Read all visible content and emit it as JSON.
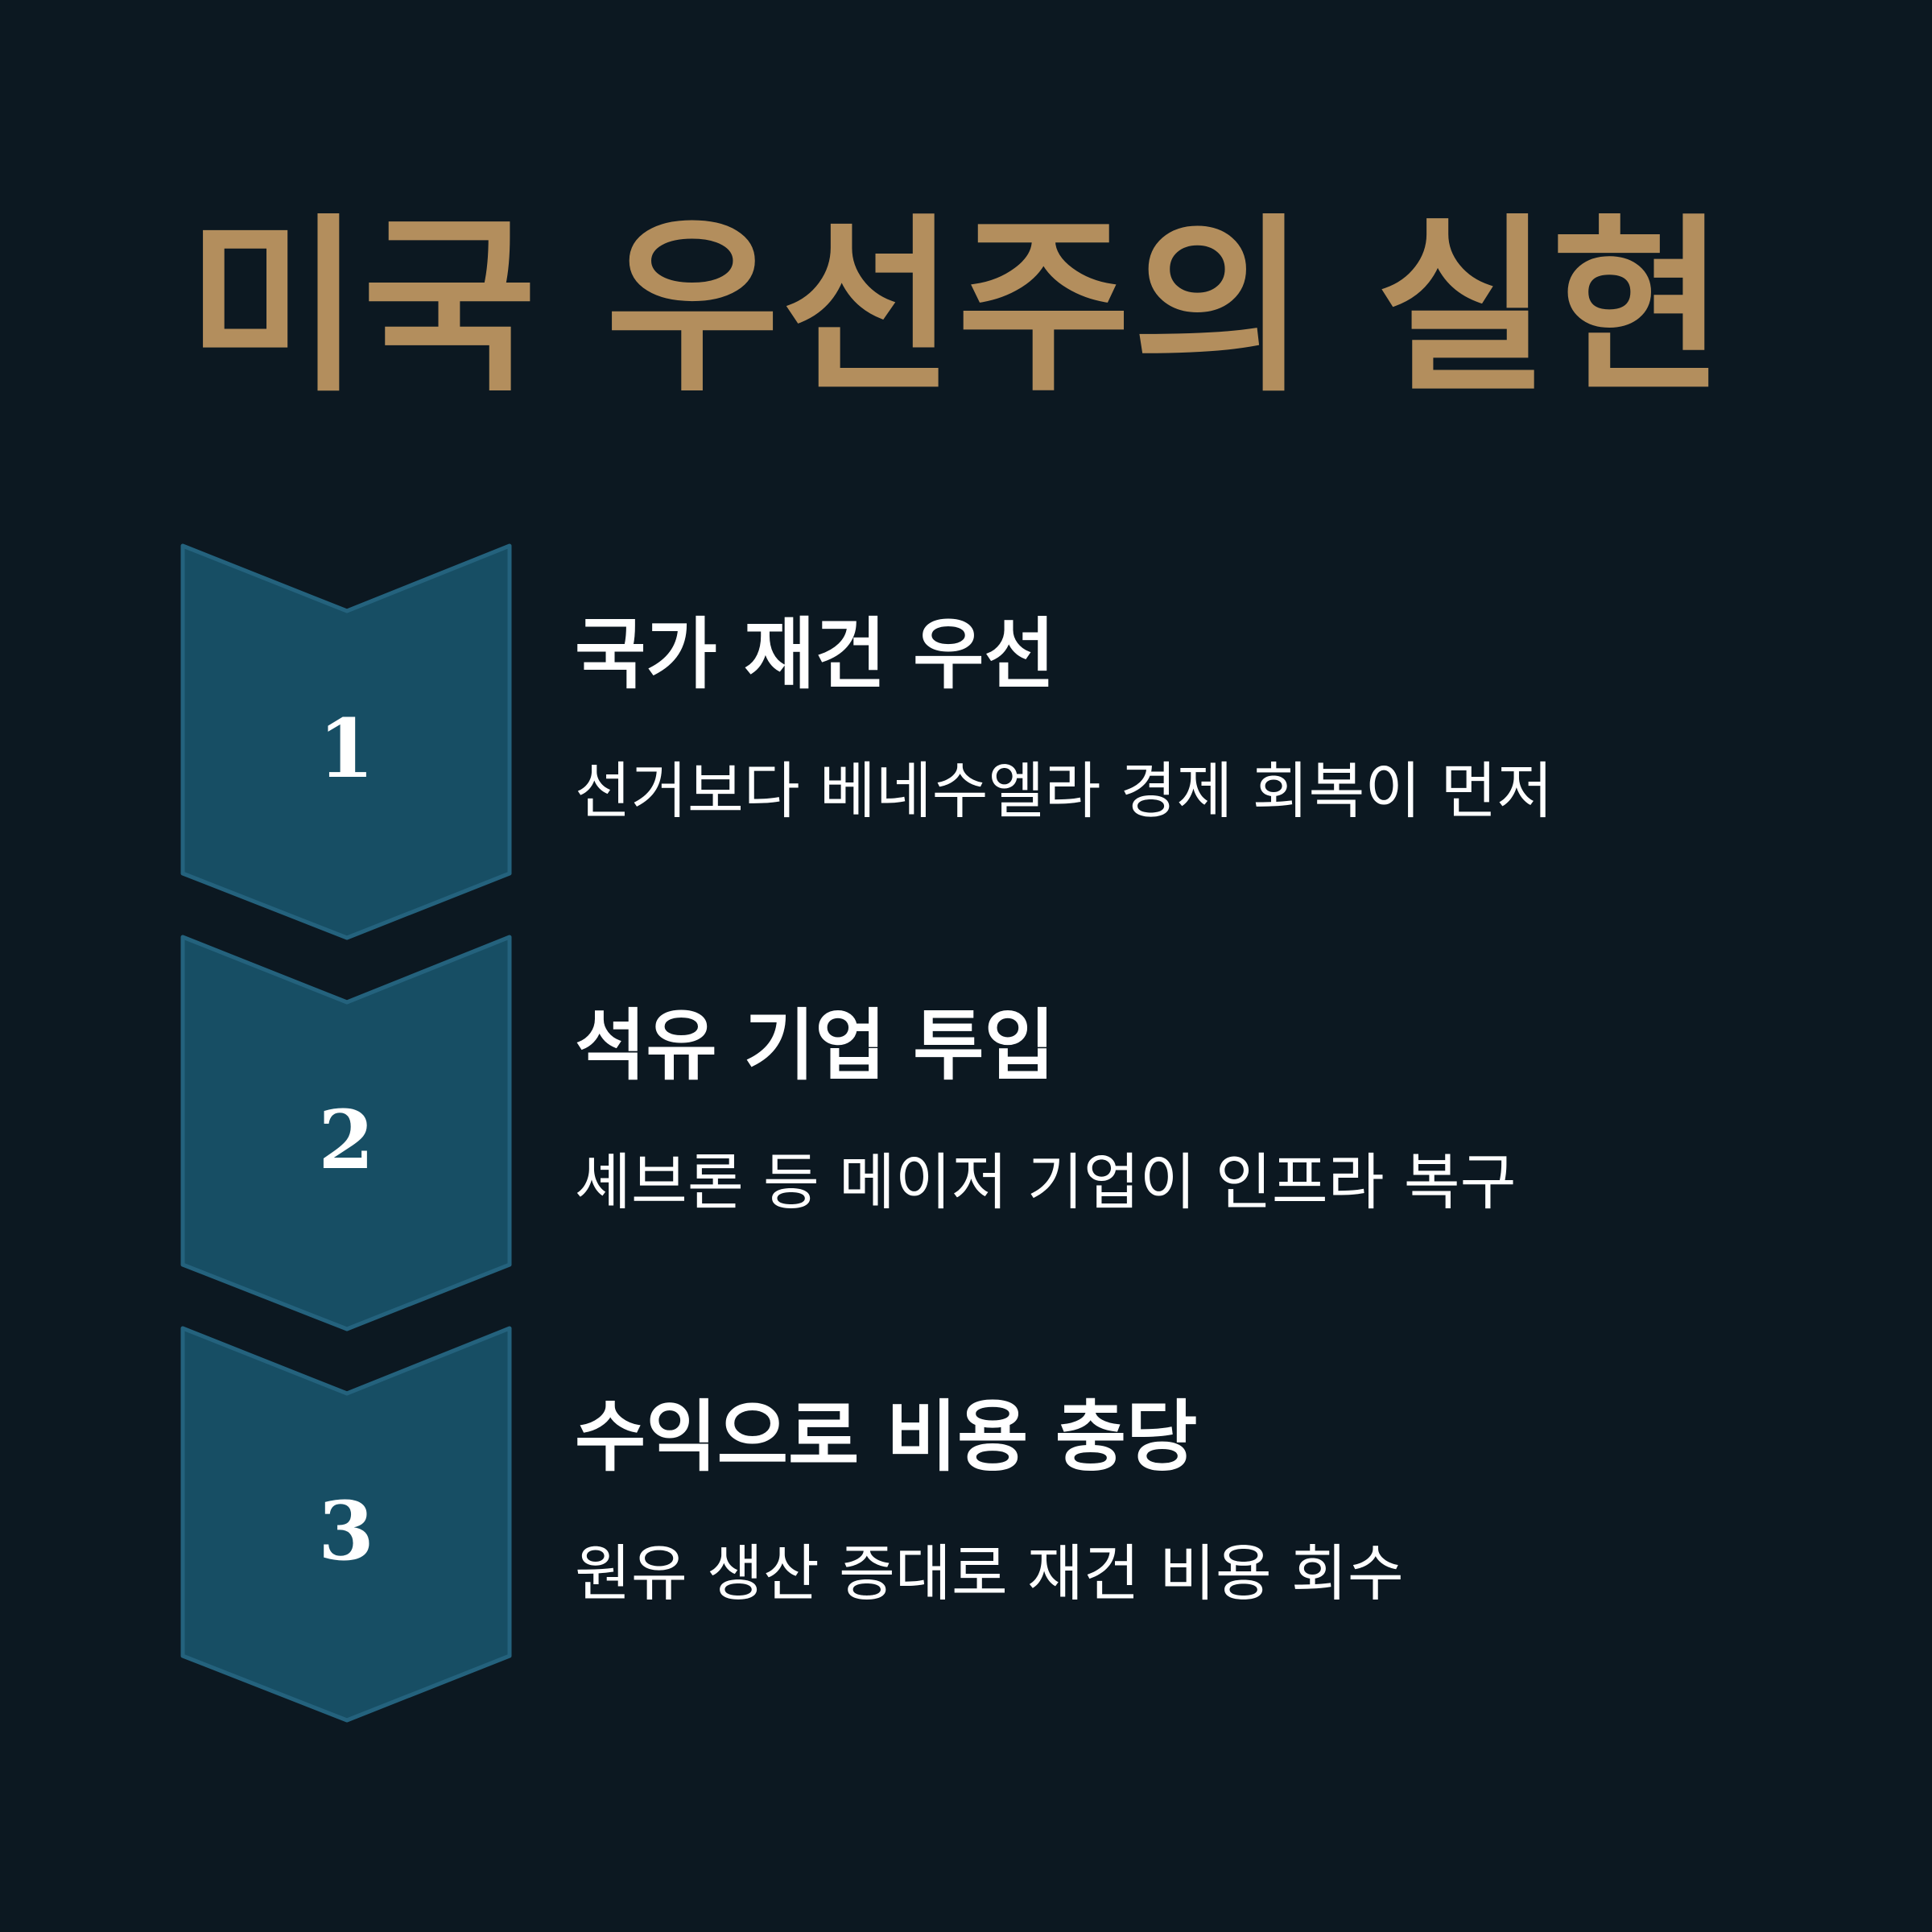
{
  "title": "미국 우선주의 실현",
  "colors": {
    "background": "#0c1821",
    "title": "#b38e5d",
    "chevron_fill": "#174e64",
    "chevron_stroke": "#24627d",
    "text": "#ffffff"
  },
  "steps": [
    {
      "number": "1",
      "heading": "국가 재건 우선",
      "description": "선거보다 베네수엘라 경제 회복이 먼저"
    },
    {
      "number": "2",
      "heading": "석유 기업 투입",
      "description": "셰브론 등 메이저 기업이 인프라 복구"
    },
    {
      "number": "3",
      "heading": "수익으로 비용 충당",
      "description": "원유 생산 증대로 재건 비용 회수"
    }
  ]
}
